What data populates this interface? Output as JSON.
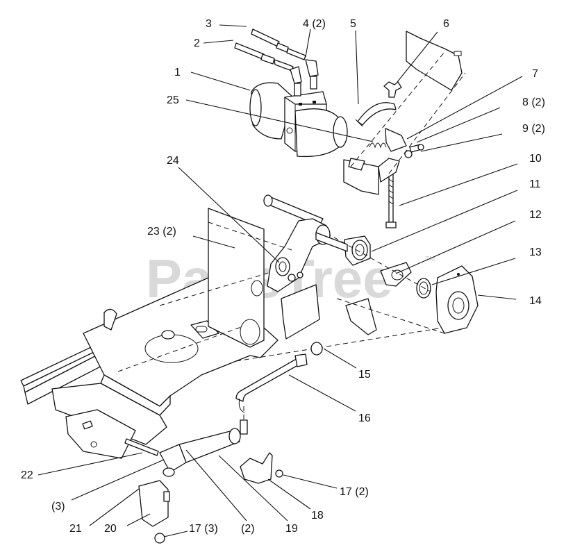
{
  "watermark": {
    "text": "PartsTree",
    "trademark": "TM"
  },
  "callouts": [
    {
      "id": "c3",
      "text": "3"
    },
    {
      "id": "c4",
      "text": "4 (2)"
    },
    {
      "id": "c5",
      "text": "5"
    },
    {
      "id": "c6",
      "text": "6"
    },
    {
      "id": "c2",
      "text": "2"
    },
    {
      "id": "c7",
      "text": "7"
    },
    {
      "id": "c1",
      "text": "1"
    },
    {
      "id": "c8",
      "text": "8 (2)"
    },
    {
      "id": "c25",
      "text": "25"
    },
    {
      "id": "c9",
      "text": "9 (2)"
    },
    {
      "id": "c10",
      "text": "10"
    },
    {
      "id": "c24",
      "text": "24"
    },
    {
      "id": "c11",
      "text": "11"
    },
    {
      "id": "c12",
      "text": "12"
    },
    {
      "id": "c23",
      "text": "23 (2)"
    },
    {
      "id": "c13",
      "text": "13"
    },
    {
      "id": "c14",
      "text": "14"
    },
    {
      "id": "c15",
      "text": "15"
    },
    {
      "id": "c16",
      "text": "16"
    },
    {
      "id": "c22",
      "text": "22"
    },
    {
      "id": "c17a",
      "text": "17 (2)"
    },
    {
      "id": "c3b",
      "text": "(3)"
    },
    {
      "id": "c18",
      "text": "18"
    },
    {
      "id": "c21",
      "text": "21"
    },
    {
      "id": "c20",
      "text": "20"
    },
    {
      "id": "c17b",
      "text": "17 (3)"
    },
    {
      "id": "c2b",
      "text": "(2)"
    },
    {
      "id": "c19",
      "text": "19"
    }
  ]
}
